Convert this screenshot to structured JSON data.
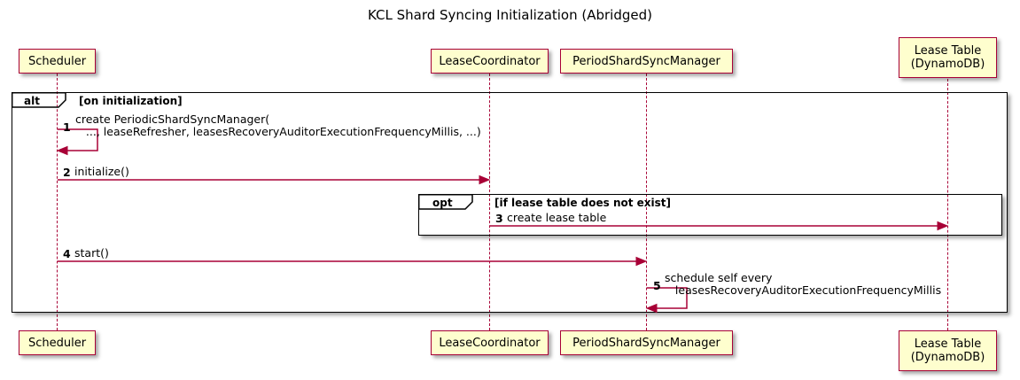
{
  "diagram": {
    "title": "KCL Shard Syncing Initialization (Abridged)",
    "type": "sequence-diagram",
    "colors": {
      "participant_fill": "#FEFECE",
      "participant_border": "#A80036",
      "arrow": "#A80036",
      "fragment_border": "#000000",
      "text": "#000000"
    }
  },
  "participants": [
    {
      "id": "scheduler",
      "label": "Scheduler"
    },
    {
      "id": "lease_coordinator",
      "label": "LeaseCoordinator"
    },
    {
      "id": "period_shard_sync_manager",
      "label": "PeriodShardSyncManager"
    },
    {
      "id": "lease_table",
      "label": "Lease Table\n(DynamoDB)"
    }
  ],
  "fragments": [
    {
      "id": "alt",
      "label": "alt",
      "condition": "[on initialization]"
    },
    {
      "id": "opt",
      "label": "opt",
      "condition": "[if lease table does not exist]"
    }
  ],
  "messages": [
    {
      "number": "1",
      "from": "scheduler",
      "to": "scheduler",
      "self": true,
      "text_line1": "create PeriodicShardSyncManager(",
      "text_line2": "   ..., leaseRefresher, leasesRecoveryAuditorExecutionFrequencyMillis, ...)"
    },
    {
      "number": "2",
      "from": "scheduler",
      "to": "lease_coordinator",
      "self": false,
      "text_line1": "initialize()",
      "text_line2": ""
    },
    {
      "number": "3",
      "from": "lease_coordinator",
      "to": "lease_table",
      "self": false,
      "text_line1": "create lease table",
      "text_line2": ""
    },
    {
      "number": "4",
      "from": "scheduler",
      "to": "period_shard_sync_manager",
      "self": false,
      "text_line1": "start()",
      "text_line2": ""
    },
    {
      "number": "5",
      "from": "period_shard_sync_manager",
      "to": "period_shard_sync_manager",
      "self": true,
      "text_line1": "schedule self every",
      "text_line2": "   leasesRecoveryAuditorExecutionFrequencyMillis"
    }
  ]
}
